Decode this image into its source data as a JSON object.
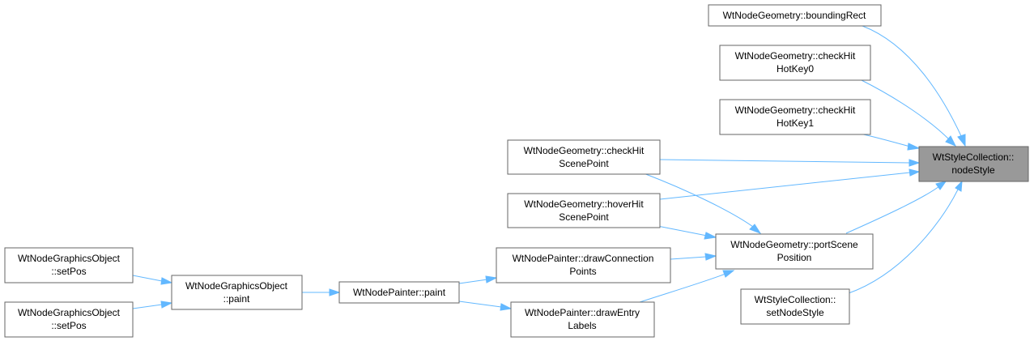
{
  "graph": {
    "nodes": {
      "focus": [
        "WtStyleCollection::",
        "nodeStyle"
      ],
      "bounding_rect": [
        "WtNodeGeometry::boundingRect"
      ],
      "check_hit_hotkey0": [
        "WtNodeGeometry::checkHit",
        "HotKey0"
      ],
      "check_hit_hotkey1": [
        "WtNodeGeometry::checkHit",
        "HotKey1"
      ],
      "check_hit_scene_point": [
        "WtNodeGeometry::checkHit",
        "ScenePoint"
      ],
      "hover_hit_scene_point": [
        "WtNodeGeometry::hoverHit",
        "ScenePoint"
      ],
      "port_scene_position": [
        "WtNodeGeometry::portScene",
        "Position"
      ],
      "set_node_style": [
        "WtStyleCollection::",
        "setNodeStyle"
      ],
      "draw_connection_points": [
        "WtNodePainter::drawConnection",
        "Points"
      ],
      "draw_entry_labels": [
        "WtNodePainter::drawEntry",
        "Labels"
      ],
      "painter_paint": [
        "WtNodePainter::paint"
      ],
      "graphics_object_paint": [
        "WtNodeGraphicsObject",
        "::paint"
      ],
      "graphics_object_setpos_1": [
        "WtNodeGraphicsObject",
        "::setPos"
      ],
      "graphics_object_setpos_2": [
        "WtNodeGraphicsObject",
        "::setPos"
      ]
    }
  }
}
